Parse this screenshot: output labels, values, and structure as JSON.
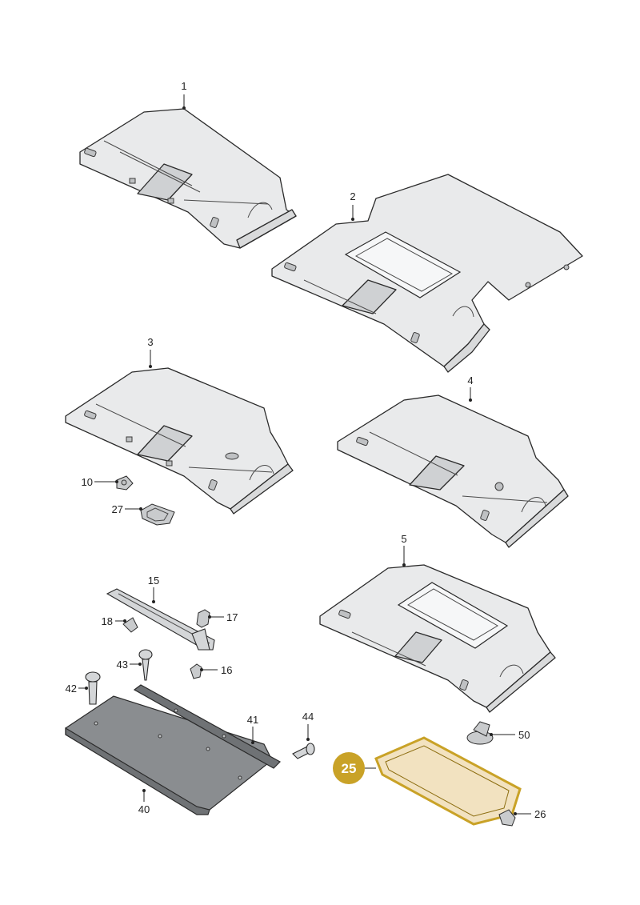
{
  "diagram": {
    "callouts": [
      {
        "id": "c1",
        "text": "1"
      },
      {
        "id": "c2",
        "text": "2"
      },
      {
        "id": "c3",
        "text": "3"
      },
      {
        "id": "c4",
        "text": "4"
      },
      {
        "id": "c5",
        "text": "5"
      },
      {
        "id": "c10",
        "text": "10"
      },
      {
        "id": "c15",
        "text": "15"
      },
      {
        "id": "c16",
        "text": "16"
      },
      {
        "id": "c17",
        "text": "17"
      },
      {
        "id": "c18",
        "text": "18"
      },
      {
        "id": "c25",
        "text": "25"
      },
      {
        "id": "c26",
        "text": "26"
      },
      {
        "id": "c27",
        "text": "27"
      },
      {
        "id": "c40",
        "text": "40"
      },
      {
        "id": "c41",
        "text": "41"
      },
      {
        "id": "c42",
        "text": "42"
      },
      {
        "id": "c43",
        "text": "43"
      },
      {
        "id": "c44",
        "text": "44"
      },
      {
        "id": "c50",
        "text": "50"
      }
    ],
    "highlight": {
      "part": "25",
      "badge_color": "#c9a227",
      "badge_text_color": "#ffffff",
      "seal_fill": "#f2e2c0",
      "seal_outline": "#c9a227"
    }
  }
}
